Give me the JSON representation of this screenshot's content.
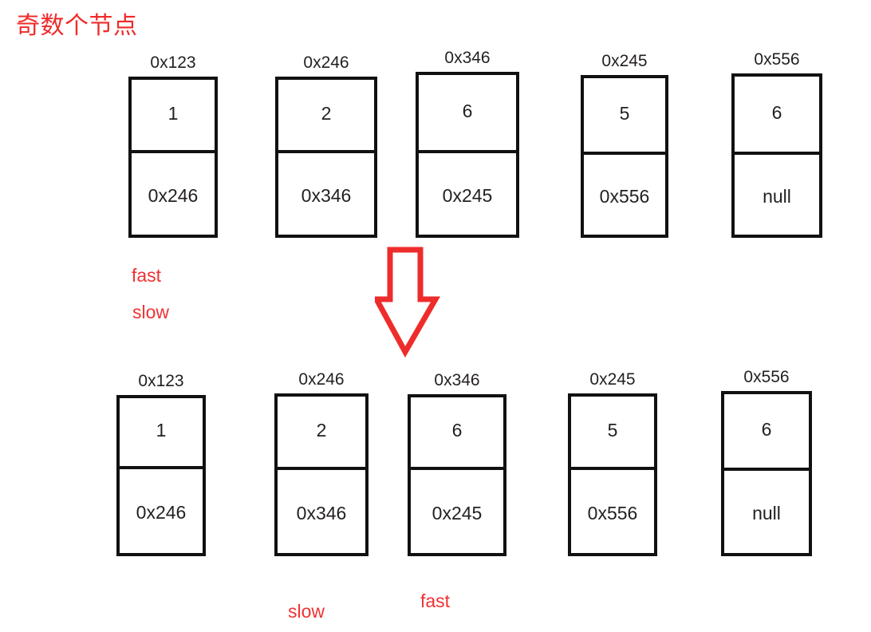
{
  "diagram": {
    "title": "奇数个节点",
    "title_color": "#ef2b2b",
    "pointer_color": "#ef3232",
    "node_border_color": "#111111",
    "text_color": "#231f20",
    "transition_arrow": {
      "icon": "down-arrow-icon",
      "direction": "down",
      "color": "#ee2c2c"
    },
    "rows": [
      {
        "name": "before-step",
        "nodes": [
          {
            "address": "0x123",
            "value": "1",
            "next": "0x246"
          },
          {
            "address": "0x246",
            "value": "2",
            "next": "0x346"
          },
          {
            "address": "0x346",
            "value": "6",
            "next": "0x245"
          },
          {
            "address": "0x245",
            "value": "5",
            "next": "0x556"
          },
          {
            "address": "0x556",
            "value": "6",
            "next": "null"
          }
        ],
        "pointers": [
          {
            "label": "fast",
            "node_address": "0x123"
          },
          {
            "label": "slow",
            "node_address": "0x123"
          }
        ]
      },
      {
        "name": "after-step",
        "nodes": [
          {
            "address": "0x123",
            "value": "1",
            "next": "0x246"
          },
          {
            "address": "0x246",
            "value": "2",
            "next": "0x346"
          },
          {
            "address": "0x346",
            "value": "6",
            "next": "0x245"
          },
          {
            "address": "0x245",
            "value": "5",
            "next": "0x556"
          },
          {
            "address": "0x556",
            "value": "6",
            "next": "null"
          }
        ],
        "pointers": [
          {
            "label": "slow",
            "node_address": "0x246"
          },
          {
            "label": "fast",
            "node_address": "0x346"
          }
        ]
      }
    ]
  }
}
